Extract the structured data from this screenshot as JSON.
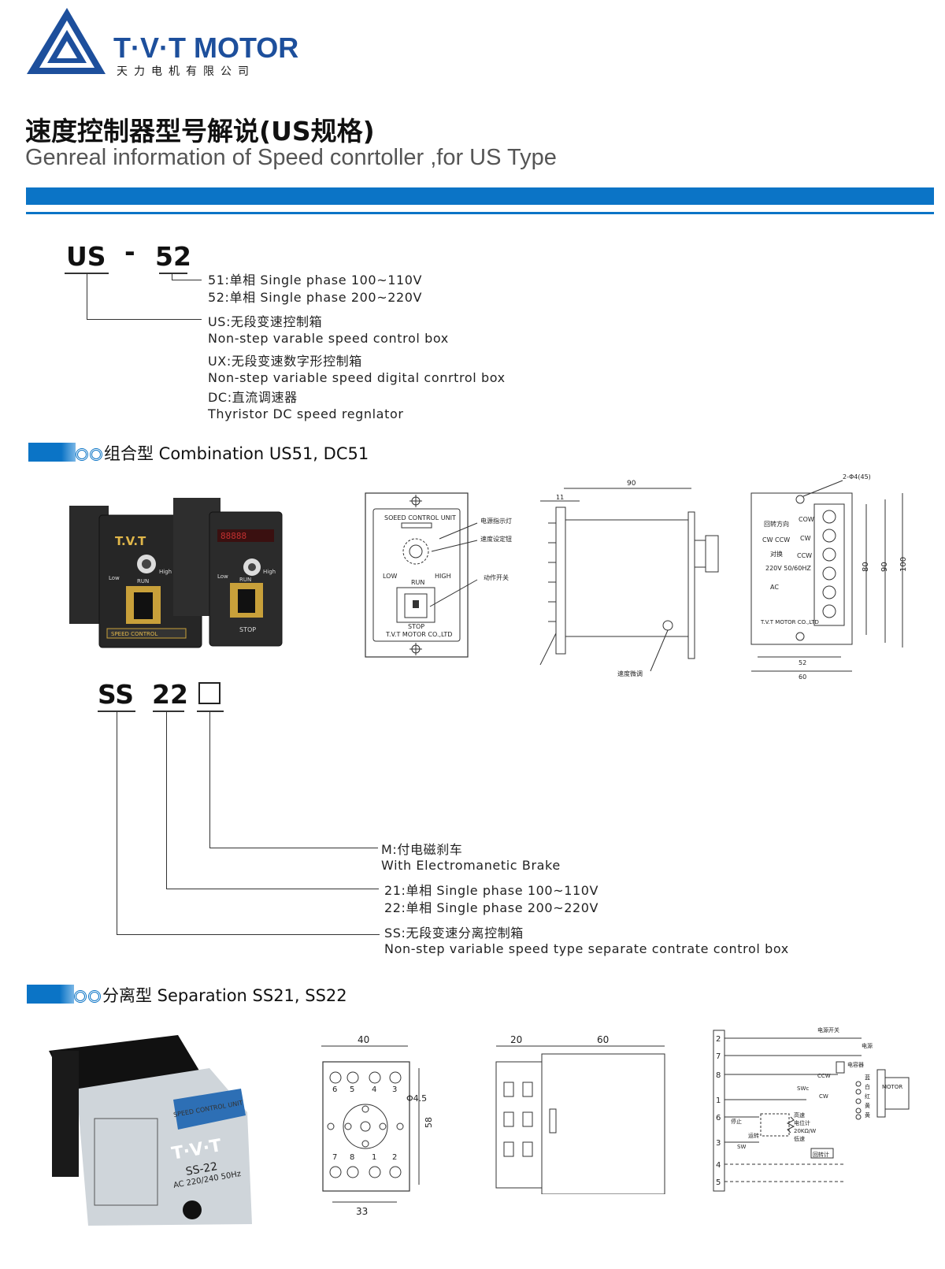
{
  "brand": {
    "name": "T·V·T MOTOR",
    "sub": "天力电机有限公司"
  },
  "heading": {
    "cn": "速度控制器型号解说(US规格)",
    "en": "Genreal information of Speed conrtoller ,for US Type"
  },
  "us_model": {
    "prefix": "US",
    "dash": "-",
    "number": "52",
    "desc": {
      "n51": "51:单相 Single phase 100~110V",
      "n52": "52:单相 Single phase 200~220V",
      "us_cn": "US:无段变速控制箱",
      "us_en": "Non-step varable speed control box",
      "ux_cn": "UX:无段变速数字形控制箱",
      "ux_en": "Non-step variable  speed digital conrtrol box",
      "dc_cn": "DC:直流调速器",
      "dc_en": "Thyristor DC speed regnlator"
    }
  },
  "section_combination": {
    "title": "组合型 Combination US51, DC51"
  },
  "combo_photo": {
    "left_brand": "T.V.T",
    "left_label": "SPEED CONTROL",
    "left_run": "RUN",
    "left_low": "Low",
    "left_high": "High",
    "right_run": "RUN",
    "right_stop": "STOP",
    "right_high": "High",
    "right_low": "Low",
    "right_display": "88888"
  },
  "front_drawing": {
    "unit": "SOEED CONTROL UNIT",
    "low": "LOW",
    "high": "HIGH",
    "run": "RUN",
    "stop": "STOP",
    "maker": "T.V.T MOTOR CO.,LTD",
    "callout1": "电源指示灯",
    "callout2": "速度设定钮",
    "callout3": "动作开关"
  },
  "side_drawing": {
    "dim_top": "90",
    "dim_small": "11",
    "callout": "速度微调"
  },
  "terminal_drawing": {
    "holes": "2-Φ4(45)",
    "rotate_dir": "回转方向",
    "cw_ccw": "CW CCW",
    "switch": "对换",
    "voltage": "220V 50/60HZ",
    "ac": "AC",
    "cow": "COW",
    "cw": "CW",
    "ccw": "CCW",
    "maker": "T.V.T MOTOR CO.,LTD",
    "dim80": "80",
    "dim90": "90",
    "dim100": "100",
    "dim52": "52",
    "dim60": "60"
  },
  "ss_model": {
    "prefix": "SS",
    "number": "22",
    "desc": {
      "m_cn": "M:付电磁刹车",
      "m_en": "With Electromanetic Brake",
      "n21": "21:单相 Single phase 100~110V",
      "n22": "22:单相 Single phase 200~220V",
      "ss_cn": "SS:无段变速分离控制箱",
      "ss_en": "Non-step variable speed type separate contrate control box"
    }
  },
  "section_separation": {
    "title": "分离型 Separation SS21, SS22"
  },
  "ss_photo": {
    "unit": "SPEED CONTROL UNIT",
    "brand": "T·V·T",
    "model": "SS-22",
    "power": "AC 220/240 50Hz"
  },
  "socket_drawing": {
    "dim40": "40",
    "dim33": "33",
    "dim58": "58",
    "hole": "Φ4.5",
    "pins_top": [
      "6",
      "5",
      "4",
      "3"
    ],
    "pins_bottom": [
      "7",
      "8",
      "1",
      "2"
    ]
  },
  "side2_drawing": {
    "dim20": "20",
    "dim60": "60"
  },
  "wiring": {
    "pins": [
      "2",
      "7",
      "8",
      "1",
      "6",
      "3",
      "4",
      "5"
    ],
    "power_switch": "电源开关",
    "power": "电源",
    "capacitor": "电容器",
    "ccw": "CCW",
    "cw": "CW",
    "swc": "SWc",
    "motor": "MOTOR",
    "blue": "蓝",
    "white": "白",
    "red": "红",
    "yellow": "黄",
    "stop": "停止",
    "run": "运转",
    "high": "高速",
    "pot": "电位计",
    "pot_val": "20KΩ/W",
    "low": "低速",
    "sw": "SW",
    "tacho": "回转计"
  },
  "colors": {
    "brand_blue": "#1d4f9c",
    "band_blue": "#0b74c6"
  }
}
